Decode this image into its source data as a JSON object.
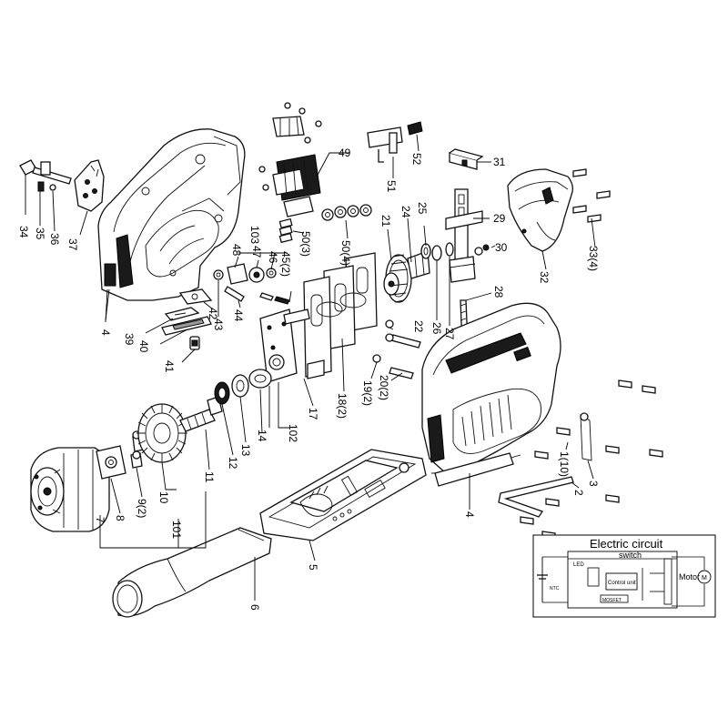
{
  "parts": [
    {
      "id": "p1",
      "label": "1(10)"
    },
    {
      "id": "p2",
      "label": "2"
    },
    {
      "id": "p3",
      "label": "3"
    },
    {
      "id": "p4a",
      "label": "4"
    },
    {
      "id": "p4b",
      "label": "4"
    },
    {
      "id": "p5",
      "label": "5"
    },
    {
      "id": "p6",
      "label": "6"
    },
    {
      "id": "p7",
      "label": "7"
    },
    {
      "id": "p8",
      "label": "8"
    },
    {
      "id": "p9",
      "label": "9(2)"
    },
    {
      "id": "p10",
      "label": "10"
    },
    {
      "id": "p101",
      "label": "101"
    },
    {
      "id": "p11",
      "label": "11"
    },
    {
      "id": "p12",
      "label": "12"
    },
    {
      "id": "p13",
      "label": "13"
    },
    {
      "id": "p14",
      "label": "14"
    },
    {
      "id": "p102",
      "label": "102"
    },
    {
      "id": "p17",
      "label": "17"
    },
    {
      "id": "p18",
      "label": "18(2)"
    },
    {
      "id": "p19",
      "label": "19(2)"
    },
    {
      "id": "p20",
      "label": "20(2)"
    },
    {
      "id": "p21",
      "label": "21"
    },
    {
      "id": "p22",
      "label": "22"
    },
    {
      "id": "p24",
      "label": "24"
    },
    {
      "id": "p25",
      "label": "25"
    },
    {
      "id": "p26",
      "label": "26"
    },
    {
      "id": "p27",
      "label": "27"
    },
    {
      "id": "p28",
      "label": "28"
    },
    {
      "id": "p29",
      "label": "29"
    },
    {
      "id": "p30",
      "label": "30"
    },
    {
      "id": "p31",
      "label": "31"
    },
    {
      "id": "p32",
      "label": "32"
    },
    {
      "id": "p33",
      "label": "33(4)"
    },
    {
      "id": "p34",
      "label": "34"
    },
    {
      "id": "p35",
      "label": "35"
    },
    {
      "id": "p36",
      "label": "36"
    },
    {
      "id": "p37",
      "label": "37"
    },
    {
      "id": "p39",
      "label": "39"
    },
    {
      "id": "p40",
      "label": "40"
    },
    {
      "id": "p41",
      "label": "41"
    },
    {
      "id": "p42",
      "label": "42"
    },
    {
      "id": "p43",
      "label": "43"
    },
    {
      "id": "p44",
      "label": "44"
    },
    {
      "id": "p45",
      "label": "45(2)"
    },
    {
      "id": "p46",
      "label": "46"
    },
    {
      "id": "p47",
      "label": "47"
    },
    {
      "id": "p48",
      "label": "48"
    },
    {
      "id": "p49",
      "label": "49"
    },
    {
      "id": "p50a",
      "label": "50(3)"
    },
    {
      "id": "p50b",
      "label": "50(4)"
    },
    {
      "id": "p51",
      "label": "51"
    },
    {
      "id": "p52",
      "label": "52"
    },
    {
      "id": "p103",
      "label": "103"
    }
  ],
  "circuit": {
    "title": "Electric circuit",
    "switch_label": "switch",
    "motor_label": "Motor",
    "led_label": "LED",
    "control_label": "Control unit",
    "mosfet_label": "MOSFET",
    "ntc_label": "NTC"
  }
}
